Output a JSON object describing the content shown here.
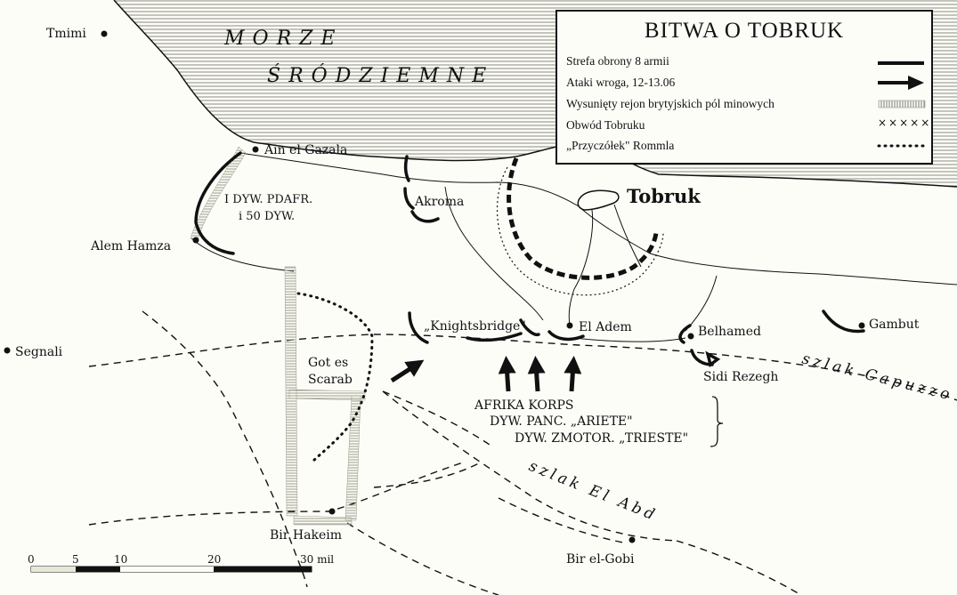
{
  "legend": {
    "title": "BITWA O TOBRUK",
    "items": [
      {
        "label": "Strefa obrony 8 armii",
        "symbol": "thick-solid-line"
      },
      {
        "label": "Ataki wroga, 12-13.06",
        "symbol": "arrow"
      },
      {
        "label": "Wysunięty rejon brytyjskich pól minowych",
        "symbol": "hatched-band"
      },
      {
        "label": "Obwód Tobruku",
        "symbol": "cross-line"
      },
      {
        "label": "„Przyczółek\" Rommla",
        "symbol": "dotted-line"
      }
    ]
  },
  "sea": {
    "line1": "MORZE",
    "line2": "ŚRÓDZIEMNE"
  },
  "places": {
    "tmimi": "Tmimi",
    "ain_el_gazala": "Ain el Gazala",
    "alem_hamza": "Alem Hamza",
    "segnali": "Segnali",
    "akroma": "Akroma",
    "tobruk": "Tobruk",
    "knightsbridge": "„Knightsbridge\"",
    "el_adem": "El Adem",
    "belhamed": "Belhamed",
    "gambut": "Gambut",
    "sidi_rezegh": "Sidi Rezegh",
    "got_es_scarab_1": "Got es",
    "got_es_scarab_2": "Scarab",
    "bir_hakeim": "Bir Hakeim",
    "bir_el_gobi": "Bir el-Gobi"
  },
  "units": {
    "div1_line1": "I DYW. PDAFR.",
    "div1_line2": "i 50 DYW.",
    "afrika_korps": "AFRIKA KORPS",
    "ariete": "DYW. PANC. „ARIETE\"",
    "trieste": "DYW. ZMOTOR. „TRIESTE\""
  },
  "trails": {
    "capuzzo": "szlak Capuzzo",
    "el_abd": "szlak El Abd"
  },
  "scale": {
    "ticks": [
      "0",
      "5",
      "10",
      "20",
      "30 mil"
    ]
  },
  "colors": {
    "ink": "#111111",
    "paper": "#fdfdf8",
    "minefield": "#9a9a8a"
  }
}
